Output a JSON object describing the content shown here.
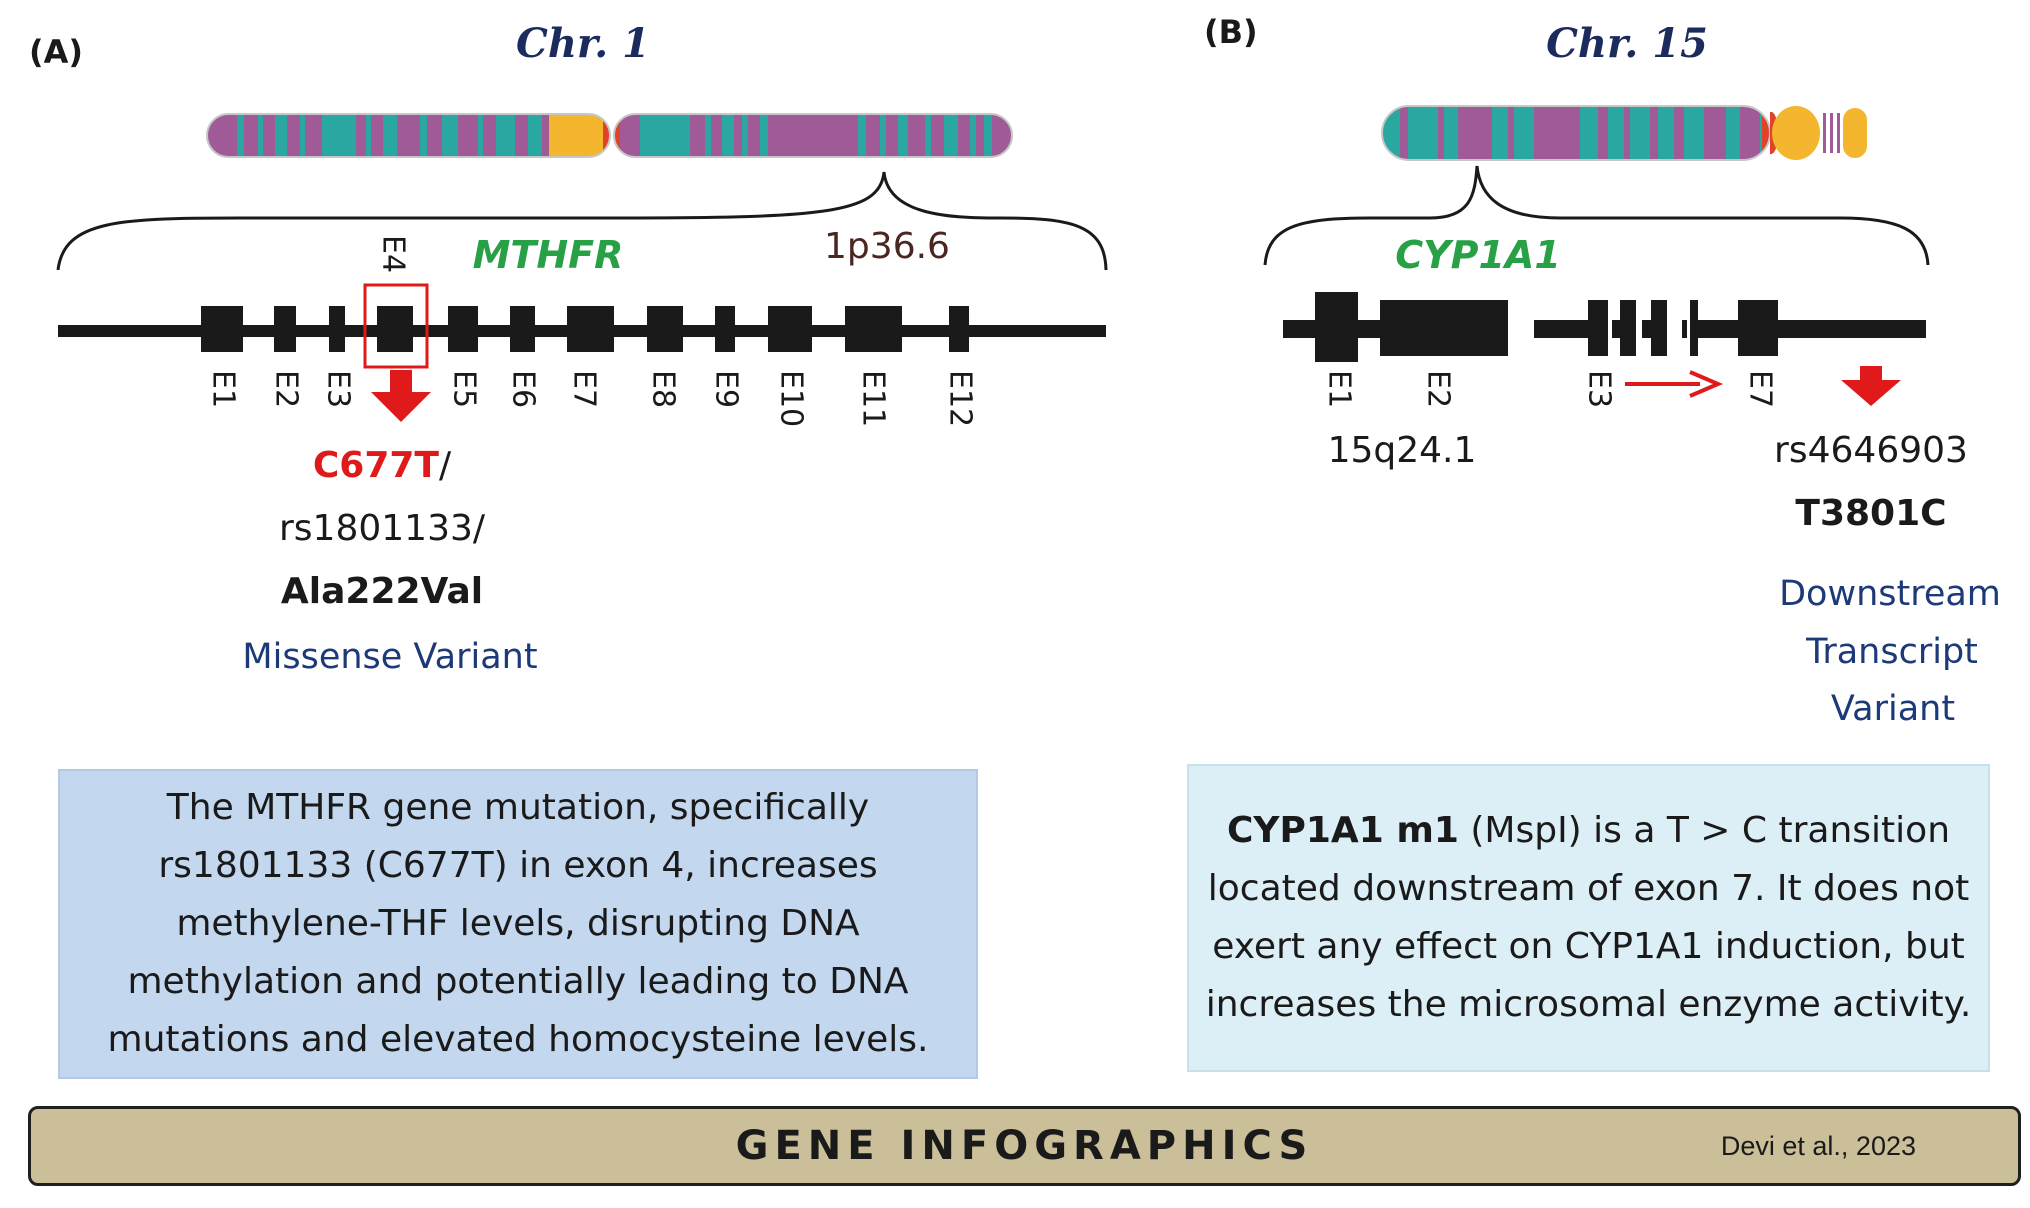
{
  "panel_a": {
    "label": "(A)",
    "chromosome": "Chr. 1",
    "gene": "MTHFR",
    "locus": "1p36.6",
    "highlighted_exon": "E4",
    "exons": [
      "E1",
      "E2",
      "E3",
      "E5",
      "E6",
      "E7",
      "E8",
      "E9",
      "E10",
      "E11",
      "E12"
    ],
    "variant_change": "C677T",
    "variant_change_sep": "/",
    "variant_rsid": "rs1801133/",
    "variant_protein": "Ala222Val",
    "variant_type": "Missense Variant",
    "description": "The MTHFR gene mutation, specifically rs1801133 (C677T) in exon 4, increases methylene-THF levels, disrupting DNA methylation and potentially leading to DNA mutations and elevated homocysteine levels."
  },
  "panel_b": {
    "label": "(B)",
    "chromosome": "Chr. 15",
    "gene": "CYP1A1",
    "locus": "15q24.1",
    "exons": [
      "E1",
      "E2",
      "E3",
      "E7"
    ],
    "variant_rsid": "rs4646903",
    "variant_change": "T3801C",
    "variant_type_lines": [
      "Downstream",
      "Transcript",
      "Variant"
    ],
    "description_bold": "CYP1A1 m1",
    "description": " (MspI) is a T > C transition located downstream of exon 7. It does not exert any effect on CYP1A1 induction, but increases the microsomal enzyme activity."
  },
  "footer": {
    "title": "GENE INFOGRAPHICS",
    "citation": "Devi et al., 2023"
  },
  "colors": {
    "band_purple": "#a05a97",
    "band_teal": "#2aa7a0",
    "centromere_yellow": "#f4b52f",
    "centromere_red": "#e0432a",
    "gene_name_green": "#27a046",
    "variant_red": "#e01a1a",
    "variant_type_navy": "#1d3a78",
    "chromosome_title_navy": "#1c2b5e",
    "locus_brown": "#4a2620"
  }
}
